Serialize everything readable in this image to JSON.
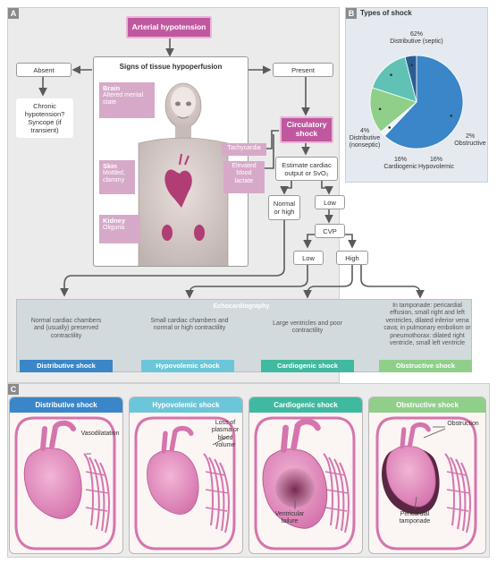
{
  "panels": {
    "a": "A",
    "b": "B",
    "c": "C"
  },
  "flow": {
    "arterial_hypotension": "Arterial hypotension",
    "signs_title": "Signs of tissue hypoperfusion",
    "absent": "Absent",
    "present": "Present",
    "chronic": "Chronic hypotension? Syncope (if transient)",
    "brain_title": "Brain",
    "brain_text": "Altered mental state",
    "skin_title": "Skin",
    "skin_text": "Mottled, clammy",
    "kidney_title": "Kidney",
    "kidney_text": "Oliguria",
    "tachycardia": "Tachycardia",
    "elevated_lactate": "Elevated blood lactate",
    "circulatory_shock": "Circulatory shock",
    "estimate": "Estimate cardiac output or SvO₂",
    "normal_high": "Normal or high",
    "low": "Low",
    "cvp": "CVP",
    "cvp_low": "Low",
    "cvp_high": "High"
  },
  "echo": {
    "title": "Echocardiography",
    "distributive": "Normal cardiac chambers and (usually) preserved contractility",
    "hypovolemic": "Small cardiac chambers and normal or high contractility",
    "cardiogenic": "Large ventricles and poor contractility",
    "obstructive": "In tamponade: pericardial effusion, small right and left ventricles, dilated inferior vena cava; in pulmonary embolism or pneumothorax: dilated right ventricle, small left ventricle"
  },
  "shock_types": {
    "distributive": "Distributive shock",
    "hypovolemic": "Hypovolemic shock",
    "cardiogenic": "Cardiogenic shock",
    "obstructive": "Obstructive shock"
  },
  "panel_c": {
    "vasodilatation": "Vasodilatation",
    "loss": "Loss of plasma or blood volume",
    "ventricular_failure": "Ventricular failure",
    "obstruction": "Obstruction",
    "tamponade": "Pericardial tamponade"
  },
  "colors": {
    "distributive": "#3a86c8",
    "hypovolemic": "#6cc6d9",
    "cardiogenic": "#3fb9a0",
    "obstructive": "#8fcf8a",
    "nonseptic": "#2a5d93",
    "pink": "#c0589f"
  },
  "chart_data": {
    "type": "pie",
    "title": "Types of shock",
    "slices": [
      {
        "name": "Distributive (septic)",
        "value": 62,
        "label": "62%",
        "color": "#3a86c8"
      },
      {
        "name": "Obstructive",
        "value": 2,
        "label": "2%",
        "color": "#eef6fa"
      },
      {
        "name": "Hypovolemic",
        "value": 16,
        "label": "16%",
        "color": "#8fcf8a"
      },
      {
        "name": "Cardiogenic",
        "value": 16,
        "label": "16%",
        "color": "#5fc2b4"
      },
      {
        "name": "Distributive (nonseptic)",
        "value": 4,
        "label": "4%",
        "color": "#2a5d93"
      }
    ]
  }
}
